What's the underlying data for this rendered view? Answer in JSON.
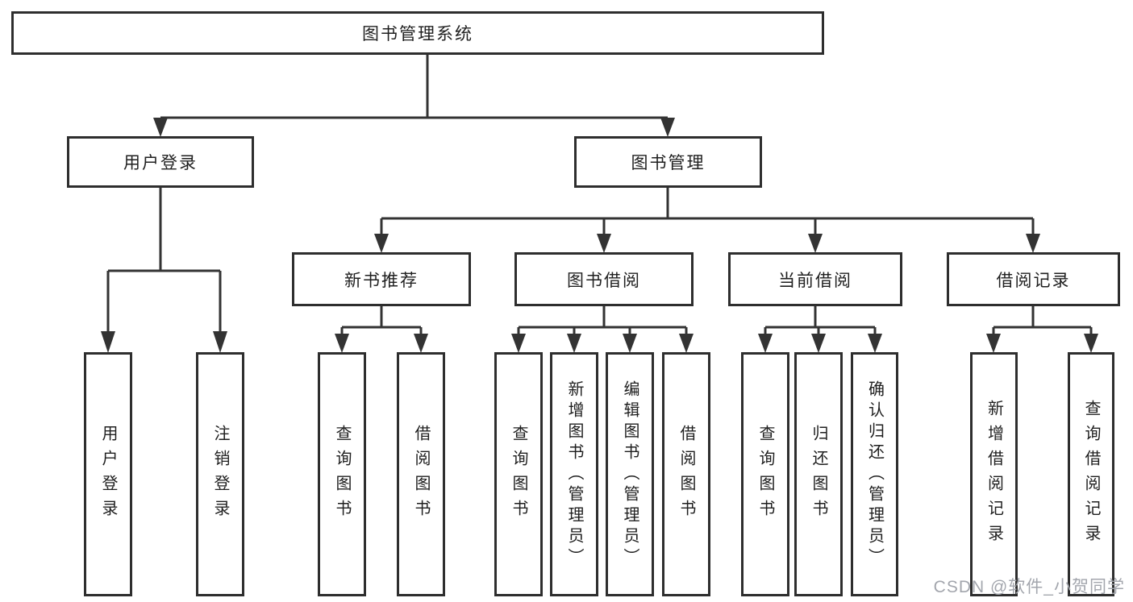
{
  "watermark": "CSDN @软件_小贺同学",
  "colors": {
    "line": "#333333",
    "box_border": "#2e2e2e",
    "text": "#1f1f1f",
    "watermark_text": "#a3a6ad",
    "background": "#ffffff"
  },
  "tree": {
    "label": "图书管理系统",
    "children": [
      {
        "label": "用户登录",
        "children": [
          {
            "label": "用户登录"
          },
          {
            "label": "注销登录"
          }
        ]
      },
      {
        "label": "图书管理",
        "children": [
          {
            "label": "新书推荐",
            "children": [
              {
                "label": "查询图书"
              },
              {
                "label": "借阅图书"
              }
            ]
          },
          {
            "label": "图书借阅",
            "children": [
              {
                "label": "查询图书"
              },
              {
                "label": "新增图书（管理员）"
              },
              {
                "label": "编辑图书（管理员）"
              },
              {
                "label": "借阅图书"
              }
            ]
          },
          {
            "label": "当前借阅",
            "children": [
              {
                "label": "查询图书"
              },
              {
                "label": "归还图书"
              },
              {
                "label": "确认归还（管理员）"
              }
            ]
          },
          {
            "label": "借阅记录",
            "children": [
              {
                "label": "新增借阅记录"
              },
              {
                "label": "查询借阅记录"
              }
            ]
          }
        ]
      }
    ]
  }
}
